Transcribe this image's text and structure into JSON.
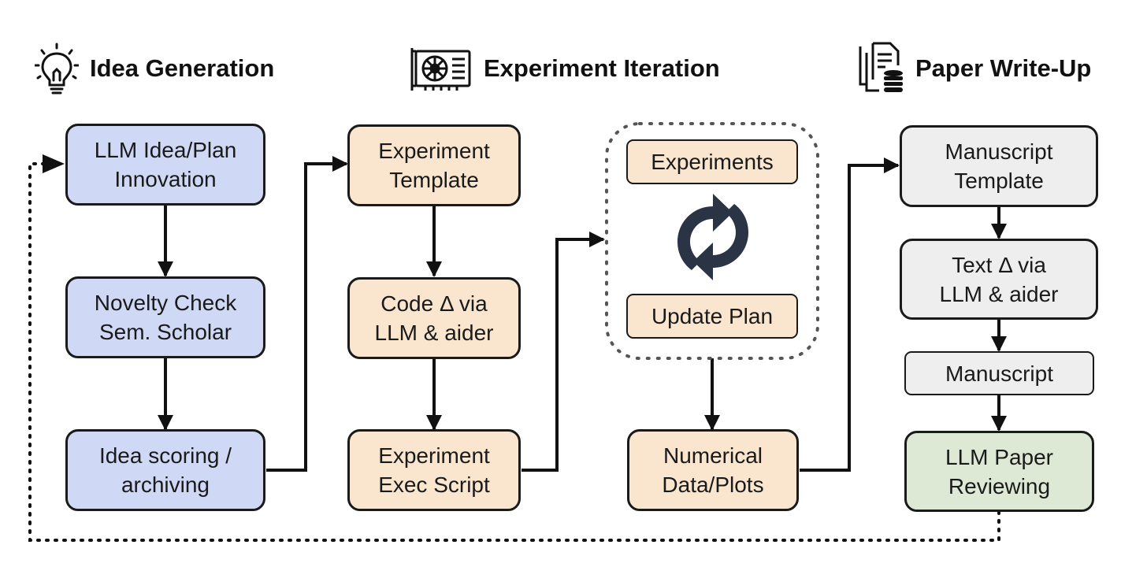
{
  "sections": {
    "idea": {
      "title": "Idea Generation",
      "icon": "lightbulb-icon"
    },
    "experiment": {
      "title": "Experiment Iteration",
      "icon": "gpu-card-icon"
    },
    "paper": {
      "title": "Paper Write-Up",
      "icon": "document-database-icon"
    }
  },
  "idea_steps": [
    "LLM Idea/Plan\nInnovation",
    "Novelty Check\nSem. Scholar",
    "Idea scoring /\narchiving"
  ],
  "experiment_steps": [
    "Experiment\nTemplate",
    "Code Δ via\nLLM & aider",
    "Experiment\nExec Script"
  ],
  "iteration_loop": {
    "top": "Experiments",
    "bottom": "Update Plan",
    "icon": "refresh-cycle-icon"
  },
  "results": "Numerical\nData/Plots",
  "paper_steps": [
    "Manuscript\nTemplate",
    "Text Δ via\nLLM & aider",
    "Manuscript",
    "LLM Paper\nReviewing"
  ],
  "colors": {
    "idea": "#cfd9f6",
    "experiment": "#fae6cf",
    "paper": "#eeeeee",
    "review": "#dde9d4",
    "stroke": "#1a1a1a",
    "cycle_icon": "#2b3445"
  }
}
